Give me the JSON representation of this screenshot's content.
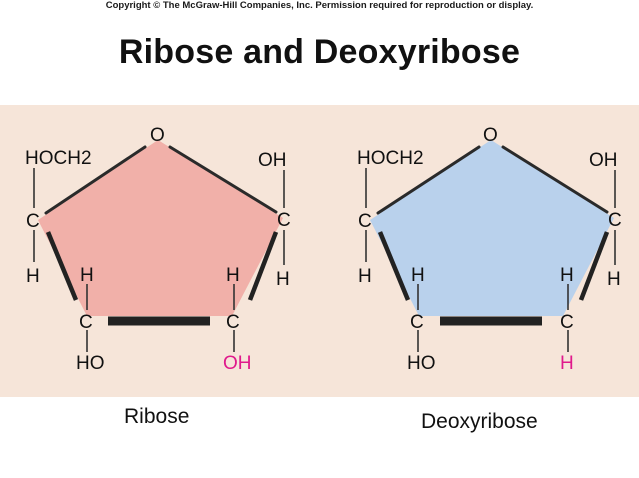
{
  "copyright": "Copyright © The McGraw-Hill Companies, Inc. Permission required for reproduction or display.",
  "title": "Ribose and Deoxyribose",
  "colors": {
    "ribose_ring": "#f1b0a9",
    "deoxyribose_ring": "#b9d1ec",
    "highlight": "#e0198c",
    "panel": "#f6e5d9"
  },
  "molecules": [
    {
      "name": "Ribose",
      "labels": {
        "ring_o": "O",
        "hoch2": "HOCH2",
        "c4": "C",
        "h4": "H",
        "c1": "C",
        "oh1": "OH",
        "h1": "H",
        "c3": "C",
        "h3": "H",
        "ho3": "HO",
        "c2": "C",
        "h2": "H",
        "sub2": "OH"
      }
    },
    {
      "name": "Deoxyribose",
      "labels": {
        "ring_o": "O",
        "hoch2": "HOCH2",
        "c4": "C",
        "h4": "H",
        "c1": "C",
        "oh1": "OH",
        "h1": "H",
        "c3": "C",
        "h3": "H",
        "ho3": "HO",
        "c2": "C",
        "h2": "H",
        "sub2": "H"
      }
    }
  ]
}
